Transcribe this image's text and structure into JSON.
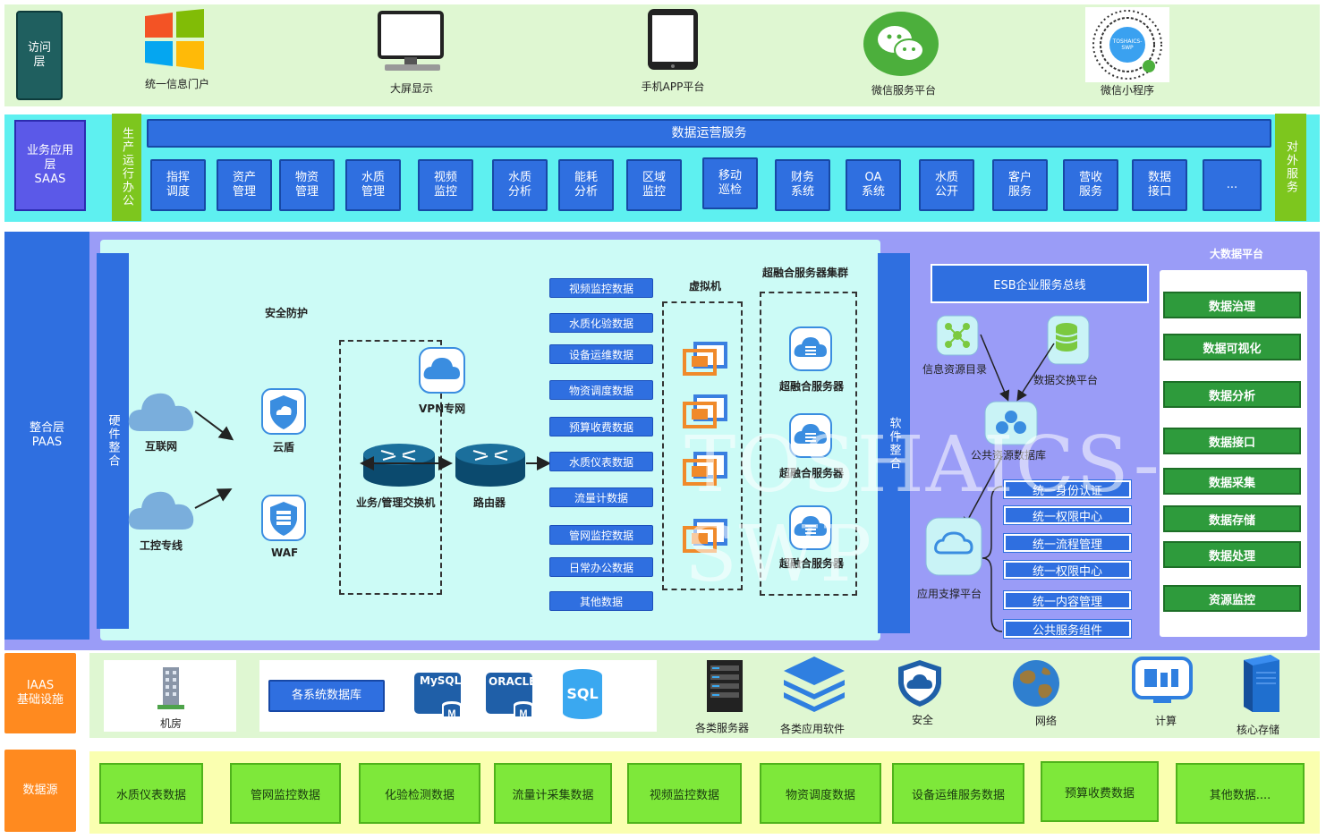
{
  "access_layer": {
    "label": "访问\n层",
    "items": [
      "统一信息门户",
      "大屏显示",
      "手机APP平台",
      "微信服务平台",
      "微信小程序"
    ],
    "qr_text": "TOSHAICS-SWP"
  },
  "saas_layer": {
    "label": "业务应用\n层\nSAAS",
    "left_side": "生产运行办公",
    "right_side": "对外服务",
    "ops_banner": "数据运营服务",
    "modules": [
      "指挥\n调度",
      "资产\n管理",
      "物资\n管理",
      "水质\n管理",
      "视频\n监控",
      "水质\n分析",
      "能耗\n分析",
      "区域\n监控",
      "移动\n巡检",
      "财务\n系统",
      "OA\n系统",
      "水质\n公开",
      "客户\n服务",
      "营收\n服务",
      "数据\n接口",
      "..."
    ]
  },
  "paas_layer": {
    "label": "整合层\nPAAS",
    "hardware": "硬件整合",
    "software": "软件整合",
    "security_title": "安全防护",
    "internet": "互联网",
    "industrial": "工控专线",
    "cloud_shield": "云盾",
    "waf": "WAF",
    "vpn": "VPN专网",
    "switch": "业务/管理交换机",
    "router": "路由器",
    "data_items": [
      "视频监控数据",
      "水质化验数据",
      "设备运维数据",
      "物资调度数据",
      "预算收费数据",
      "水质仪表数据",
      "流量计数据",
      "管网监控数据",
      "日常办公数据",
      "其他数据"
    ],
    "vm_title": "虚拟机",
    "cluster_title": "超融合服务器集群",
    "cluster_items": [
      "超融合服务器",
      "超融合服务器",
      "超融合服务器"
    ],
    "esb": "ESB企业服务总线",
    "info_catalog": "信息资源目录",
    "exchange": "数据交换平台",
    "public_db": "公共资源数据库",
    "app_support": "应用支撑平台",
    "unified_items": [
      "统一身份认证",
      "统一权限中心",
      "统一流程管理",
      "统一权限中心",
      "统一内容管理",
      "公共服务组件"
    ],
    "bigdata_title": "大数据平台",
    "bigdata_items": [
      "数据治理",
      "数据可视化",
      "数据分析",
      "数据接口",
      "数据采集",
      "数据存储",
      "数据处理",
      "资源监控"
    ]
  },
  "iaas_layer": {
    "label": "IAAS\n基础设施",
    "machine_room": "机房",
    "db_title": "各系统数据库",
    "db_icons": [
      "MySQL",
      "ORACLE",
      "SQL"
    ],
    "items": [
      "各类服务器",
      "各类应用软件",
      "安全",
      "网络",
      "计算",
      "核心存储"
    ]
  },
  "data_source": {
    "label": "数据源",
    "items": [
      "水质仪表数据",
      "管网监控数据",
      "化验检测数据",
      "流量计采集数据",
      "视频监控数据",
      "物资调度数据",
      "设备运维服务数据",
      "预算收费数据",
      "其他数据...."
    ]
  },
  "watermark": "TOSHAICS-SWP",
  "colors": {
    "access_bg": "#dff7d2",
    "saas_bg": "#5ef0f0",
    "paas_bg": "#9a9cf7",
    "inner_bg": "#ccfbf6",
    "iaas_bg": "#dff7d2",
    "source_bg": "#faffb0",
    "blue": "#2f6fe0",
    "green": "#2e9b3c",
    "orange": "#ff8a1f"
  }
}
